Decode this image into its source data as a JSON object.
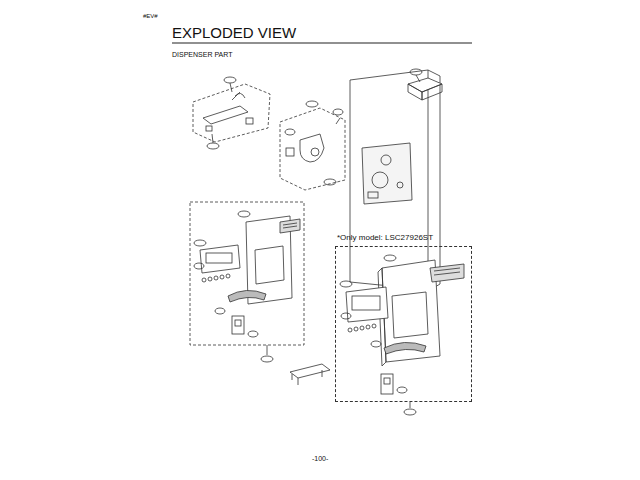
{
  "diagram": {
    "title": "EXPLODED VIEW",
    "nodes": [
      {
        "text": [
          "*Only model: LSC27926ST"
        ]
      }
    ],
    "labels": [
      "#EV#",
      "DISPENSER PART",
      "-100-"
    ]
  }
}
